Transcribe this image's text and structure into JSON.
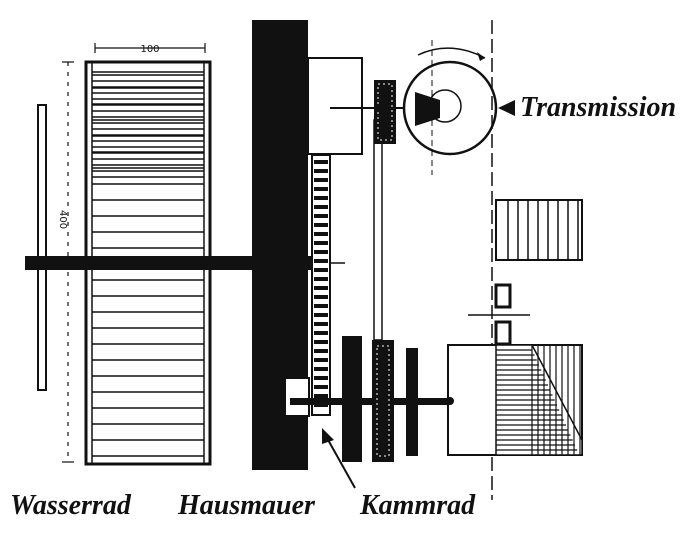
{
  "labels": {
    "transmission": "Transmission",
    "wasserrad": "Wasserrad",
    "hausmauer": "Hausmauer",
    "kammrad": "Kammrad"
  },
  "dimensions": {
    "width_mark": "100",
    "height_mark": "400"
  },
  "colors": {
    "ink": "#111111",
    "paper": "#ffffff"
  }
}
